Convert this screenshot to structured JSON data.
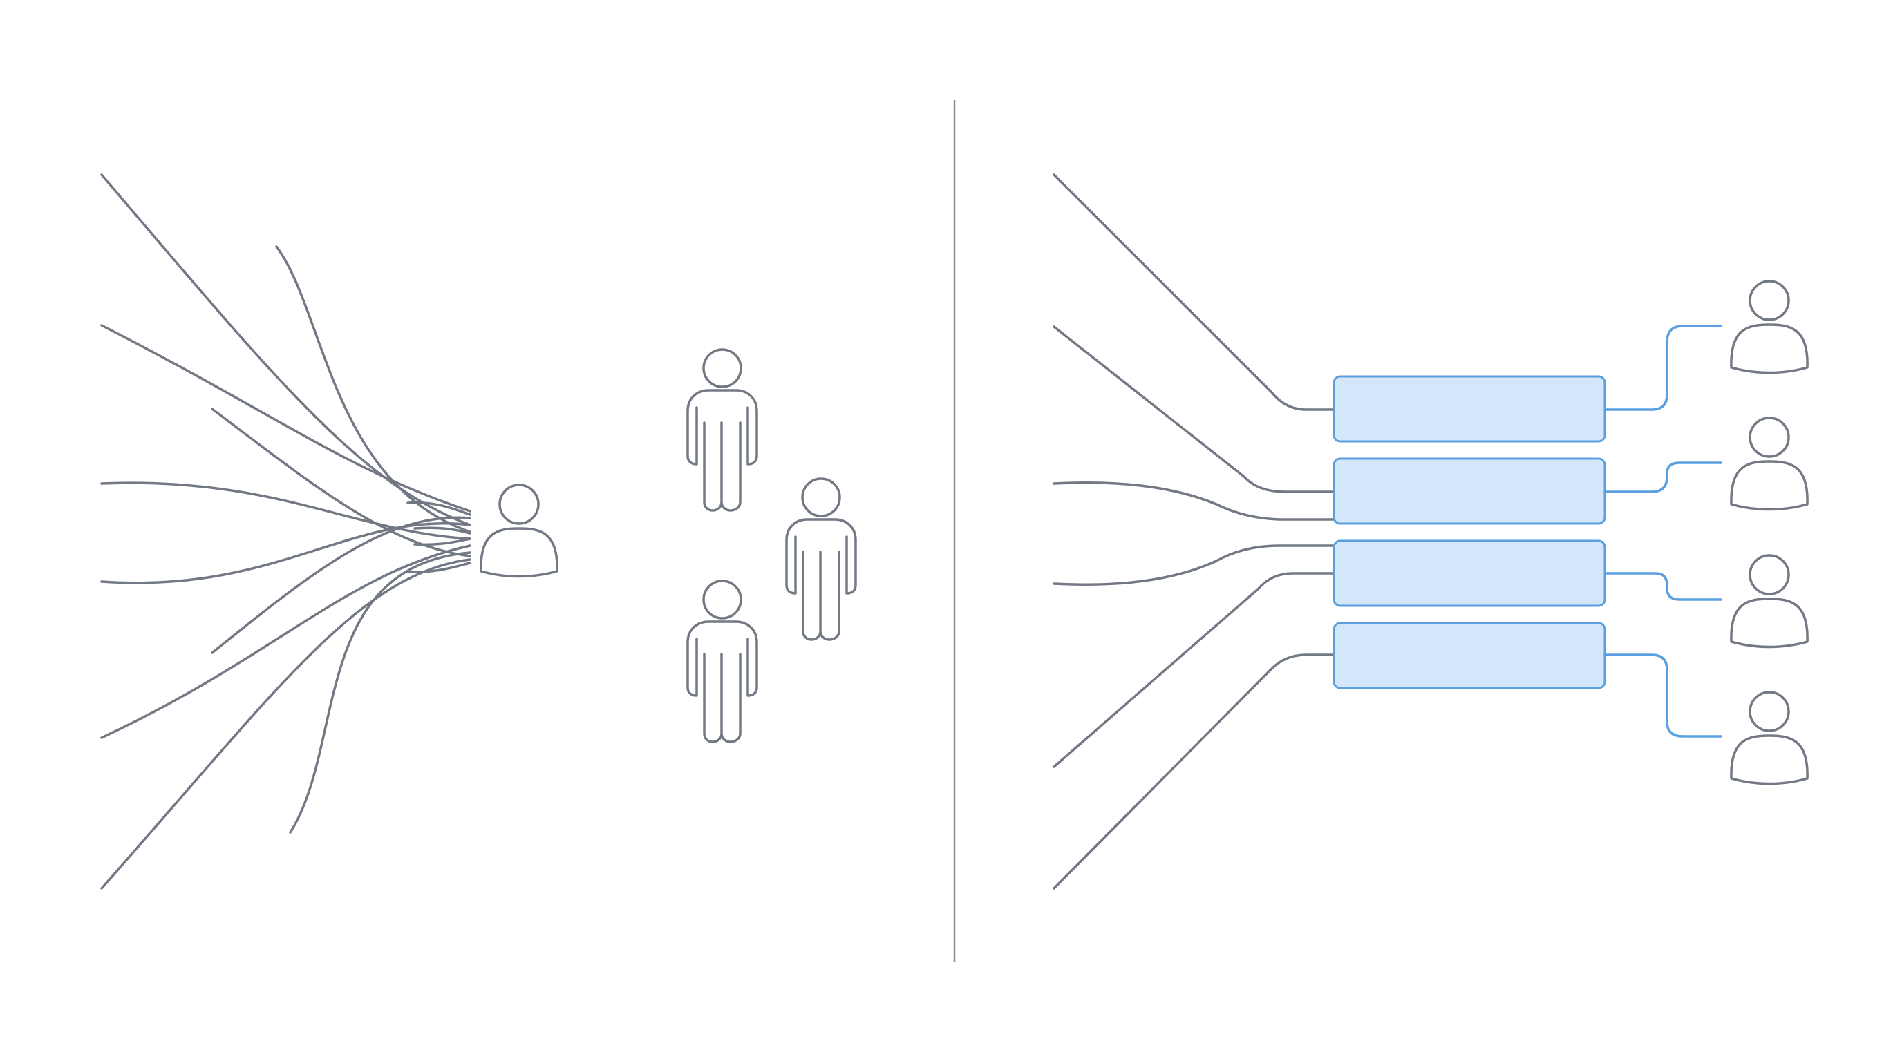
{
  "diagram": {
    "left_panel": {
      "incoming_stream_count": 12,
      "receiver_icon": "person-bust-icon",
      "idle_people_count": 3,
      "idle_people_icon": "person-standing-icon"
    },
    "right_panel": {
      "incoming_stream_count": 6,
      "queue_box_count": 4,
      "receiver_count": 4,
      "receiver_icon": "person-bust-icon"
    },
    "colors": {
      "line_gray": "#737885",
      "queue_fill": "#d4e6fa",
      "queue_stroke": "#5a9fe0",
      "divider": "#8a8e99"
    }
  }
}
